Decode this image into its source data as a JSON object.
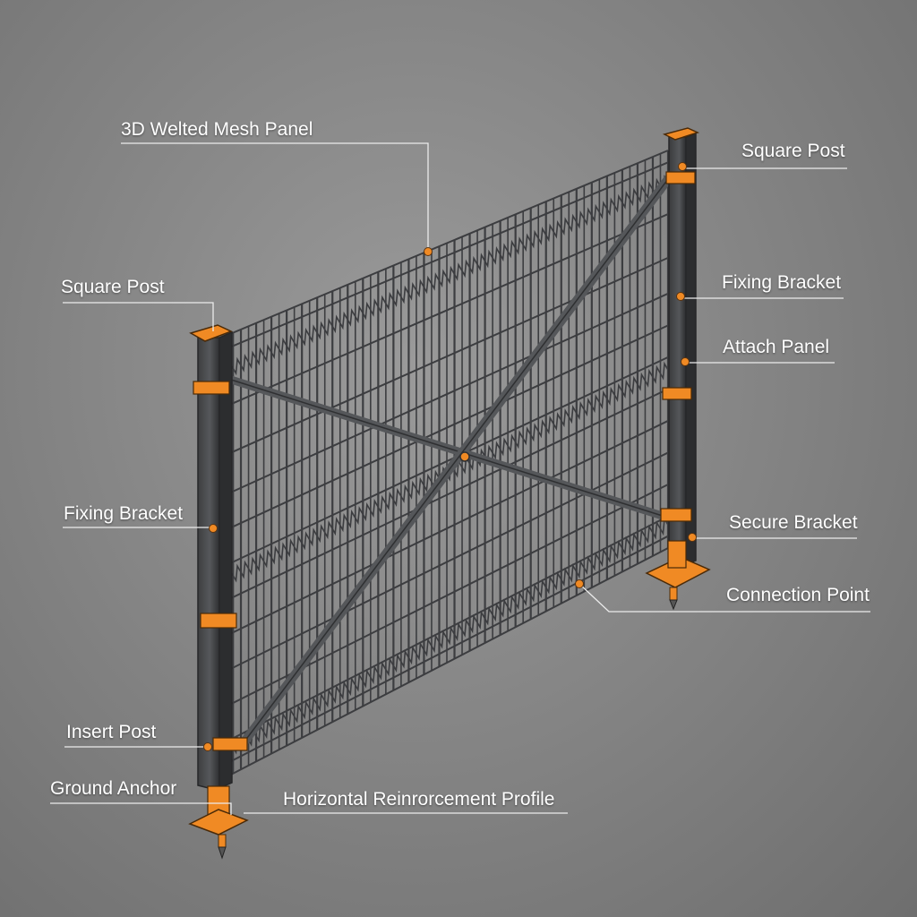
{
  "accent_color": "#f08a24",
  "callouts": [
    {
      "id": "mesh-panel",
      "text": "3D Welted Mesh Panel"
    },
    {
      "id": "square-post-right",
      "text": "Square Post"
    },
    {
      "id": "square-post-left",
      "text": "Square Post"
    },
    {
      "id": "fixing-bracket-right",
      "text": "Fixing Bracket"
    },
    {
      "id": "attach-panel",
      "text": "Attach Panel"
    },
    {
      "id": "fixing-bracket-left",
      "text": "Fixing Bracket"
    },
    {
      "id": "secure-bracket",
      "text": "Secure Bracket"
    },
    {
      "id": "connection-point",
      "text": "Connection Point"
    },
    {
      "id": "insert-post",
      "text": "Insert Post"
    },
    {
      "id": "ground-anchor",
      "text": "Ground Anchor"
    },
    {
      "id": "horizontal-profile",
      "text": "Horizontal Reinrorcement Profile"
    }
  ]
}
